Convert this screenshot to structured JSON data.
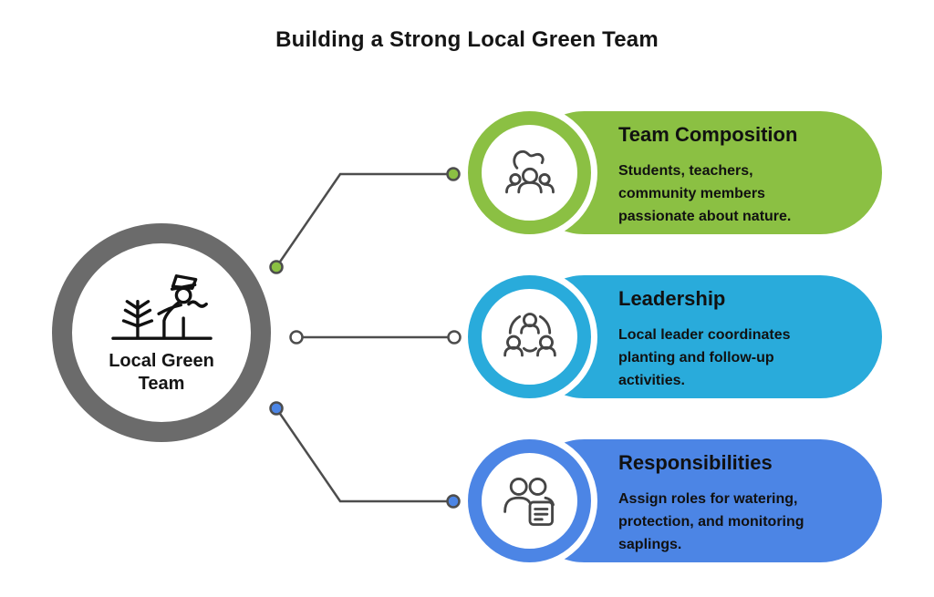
{
  "title": "Building a Strong Local Green Team",
  "hub": {
    "label_lines": [
      "Local Green",
      "Team"
    ],
    "icon": "person-planting-tree-icon",
    "ring_color": "#6b6b6b"
  },
  "connectors": {
    "line_color": "#4d4d4d",
    "items": [
      {
        "dot_fill": "#8bc043"
      },
      {
        "dot_fill": "#ffffff"
      },
      {
        "dot_fill": "#4c85e5"
      }
    ]
  },
  "cards": [
    {
      "title": "Team Composition",
      "desc_lines": [
        "Students, teachers,",
        "community members",
        "passionate about nature."
      ],
      "color": "#8bc043",
      "icon": "group-of-people-icon"
    },
    {
      "title": "Leadership",
      "desc_lines": [
        "Local leader coordinates",
        "planting and follow-up",
        "activities."
      ],
      "color": "#29abdb",
      "icon": "team-structure-icon"
    },
    {
      "title": "Responsibilities",
      "desc_lines": [
        "Assign roles for watering,",
        "protection, and monitoring",
        "saplings."
      ],
      "color": "#4c85e5",
      "icon": "people-with-checklist-icon"
    }
  ]
}
